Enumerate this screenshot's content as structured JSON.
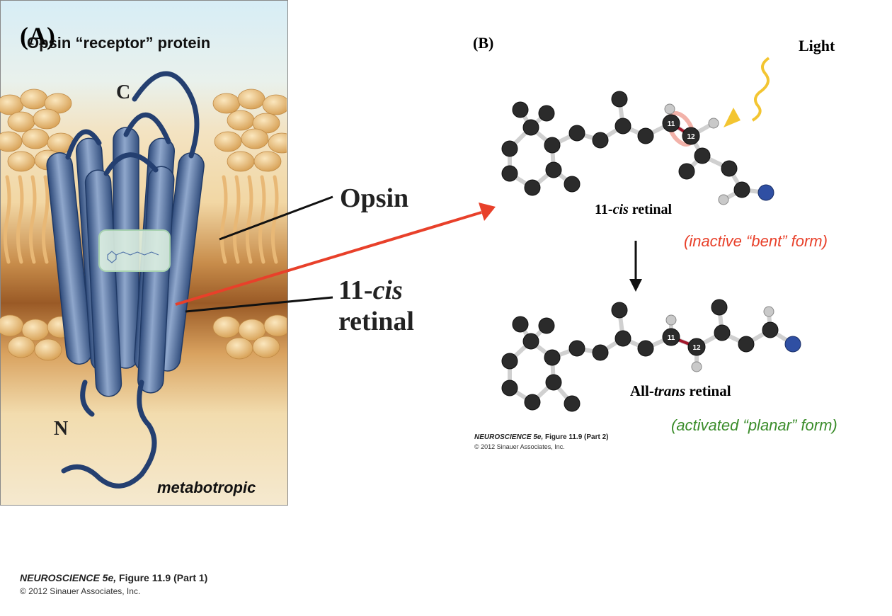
{
  "panel_a": {
    "label": "(A)",
    "title": "Opsin “receptor” protein",
    "terminal_c": "C",
    "terminal_n": "N",
    "tag": "metabotropic",
    "callout_opsin": "Opsin",
    "callout_retinal_num": "11-",
    "callout_retinal_italic": "cis",
    "callout_retinal_word": "retinal",
    "credit_book": "NEUROSCIENCE 5e,",
    "credit_figure": " Figure 11.9 (Part 1)",
    "copyright": "© 2012 Sinauer Associates, Inc."
  },
  "panel_b": {
    "label": "(B)",
    "light": "Light",
    "mol1_num": "11-",
    "mol1_italic": "cis",
    "mol1_word": " retinal",
    "mol1_note": "(inactive “bent” form)",
    "mol2_prefix": "All-",
    "mol2_italic": "trans",
    "mol2_word": " retinal",
    "mol2_note": "(activated “planar” form)",
    "atom_11": "11",
    "atom_12": "12",
    "credit_book": "NEUROSCIENCE 5e,",
    "credit_figure": " Figure 11.9 (Part 2)",
    "copyright": "© 2012 Sinauer Associates, Inc."
  },
  "colors": {
    "helix": "#3f5f95",
    "carbon": "#2b2b2b",
    "nitrogen": "#2f4fa3",
    "hydrogen": "#c9c9c9",
    "arrow_red": "#e8402a",
    "light_yellow": "#f3c531",
    "note_red": "#e8402a",
    "note_green": "#3a8c2a"
  }
}
